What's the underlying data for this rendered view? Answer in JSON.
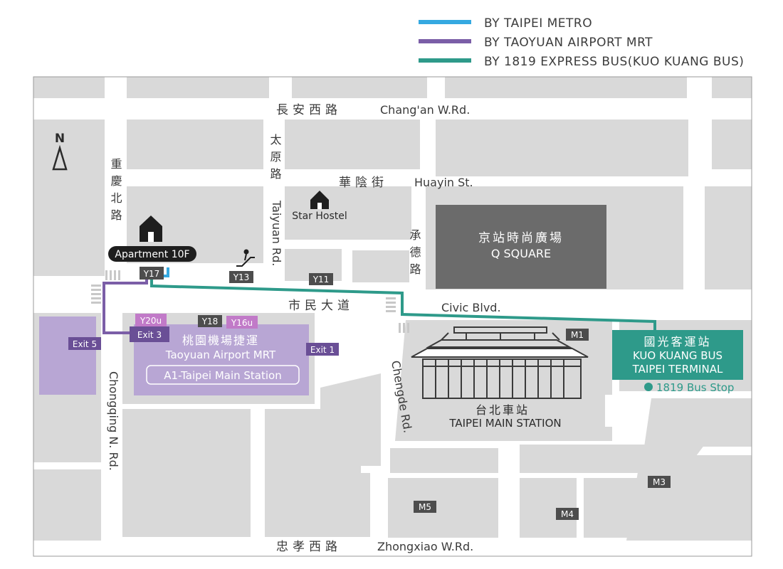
{
  "legend": [
    {
      "label": "BY TAIPEI METRO",
      "color": "#35a9e1"
    },
    {
      "label": "BY TAOYUAN AIRPORT MRT",
      "color": "#7b5ea7"
    },
    {
      "label": "BY 1819 EXPRESS BUS(KUO KUANG BUS)",
      "color": "#2e9a8a"
    }
  ],
  "roads": {
    "changan_zh": "長安西路",
    "changan_en": "Chang'an W.Rd.",
    "huayin_zh": "華陰街",
    "huayin_en": "Huayin St.",
    "civic_zh": "市民大道",
    "civic_en": "Civic Blvd.",
    "zhongxiao_zh": "忠孝西路",
    "zhongxiao_en": "Zhongxiao W.Rd.",
    "taiyuan_zh": "太原路",
    "taiyuan_en": "Taiyuan Rd.",
    "chongqing_zh": "重慶北路",
    "chongqing_en": "Chongqing N. Rd.",
    "chengde_zh": "承德路",
    "chengde_en": "Chengde Rd."
  },
  "compass": {
    "letter": "N",
    "icon": "north-arrow-icon"
  },
  "places": {
    "apartment": "Apartment 10F",
    "star_hostel": "Star Hostel",
    "qsquare_zh": "京站時尚廣場",
    "qsquare_en": "Q SQUARE",
    "station_zh": "台北車站",
    "station_en": "TAIPEI MAIN STATION",
    "airport_mrt_zh": "桃園機場捷運",
    "airport_mrt_en": "Taoyuan Airport MRT",
    "airport_mrt_station": "A1-Taipei Main Station",
    "kuokuang_zh": "國光客運站",
    "kuokuang_en1": "KUO KUANG BUS",
    "kuokuang_en2": "TAIPEI TERMINAL",
    "bus_stop": "1819 Bus Stop"
  },
  "exits": {
    "y17": "Y17",
    "y13": "Y13",
    "y11": "Y11",
    "y18": "Y18",
    "y20u": "Y20u",
    "y16u": "Y16u",
    "exit1": "Exit 1",
    "exit3": "Exit 3",
    "exit5": "Exit 5",
    "m1": "M1",
    "m3": "M3",
    "m4": "M4",
    "m5": "M5"
  },
  "colors": {
    "metro": "#35a9e1",
    "airport_mrt": "#7b5ea7",
    "bus": "#2e9a8a",
    "block": "#d9d9d9",
    "building_dark": "#6b6b6b",
    "airport_area": "#b8a6d4"
  }
}
